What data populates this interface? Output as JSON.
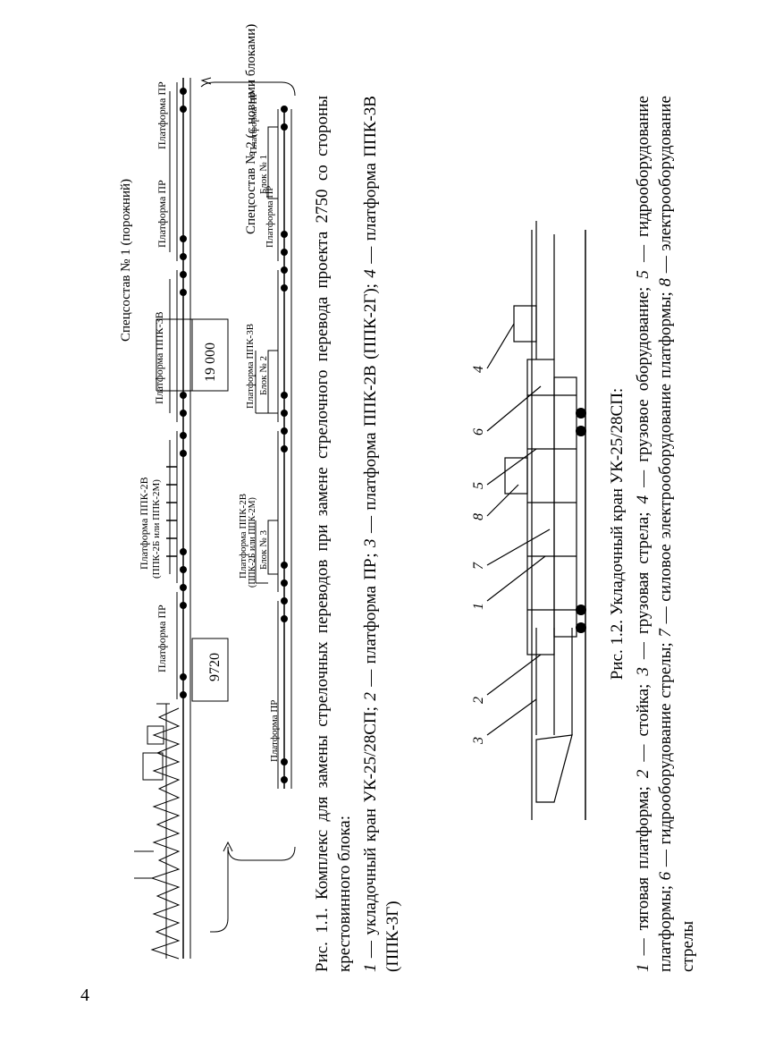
{
  "page_number": "4",
  "figure1": {
    "consist1_label": "Спецсостав № 1 (порожний)",
    "consist2_label": "Спецсостав № 2 (с новыми блоками)",
    "dim_9720": "9720",
    "dim_19000": "19 000",
    "c1_platforms": {
      "pr_left": "Платформа ПР",
      "ppk_2v_line1": "Платформа ППК-2В",
      "ppk_2v_line2": "(ППК-2Б или ППК-2М)",
      "ppk_3v": "Платформа ППК-3В",
      "pr_right1": "Платформа ПР",
      "pr_right2": "Платформа ПР"
    },
    "c2_platforms": {
      "pr_left": "Платформа ПР",
      "ppk_2v_line1": "Платформа ППК-2В",
      "ppk_2v_line2": "(ППК-2Б или ППК-2М)",
      "block3": "Блок № 3",
      "ppk_3v": "Платформа ППК-3В",
      "block2": "Блок № 2",
      "pr_mid": "Платформа ПР",
      "block1": "Блок № 1",
      "pr_right": "Платформа ПР"
    },
    "caption_title": "Рис. 1.1. Комплекс для замены стрелочных переводов при замене стрелочного перевода проекта 2750 со стороны крестовинного блока:",
    "legend": [
      {
        "num": "1",
        "text": " — укладочный кран УК-25/28СП; "
      },
      {
        "num": "2",
        "text": " — платформа ПР; "
      },
      {
        "num": "3",
        "text": " — платформа ППК-2В (ППК-2Г); "
      },
      {
        "num": "4",
        "text": " — платформа ППК-3В (ППК-3Г)"
      }
    ]
  },
  "figure2": {
    "callouts": [
      "3",
      "2",
      "1",
      "7",
      "8",
      "5",
      "6",
      "4"
    ],
    "caption_title": "Рис. 1.2. Укладочный кран УК-25/28СП:",
    "legend": [
      {
        "num": "1",
        "text": " — тяговая платформа; "
      },
      {
        "num": "2",
        "text": " — стойка; "
      },
      {
        "num": "3",
        "text": " — грузовая стрела; "
      },
      {
        "num": "4",
        "text": " — грузовое оборудование; "
      },
      {
        "num": "5",
        "text": " — гидрооборудование платформы; "
      },
      {
        "num": "6",
        "text": " — гидрооборудование стрелы; "
      },
      {
        "num": "7",
        "text": " — силовое электрооборудование платформы; "
      },
      {
        "num": "8",
        "text": " — электрооборудование стрелы"
      }
    ]
  }
}
